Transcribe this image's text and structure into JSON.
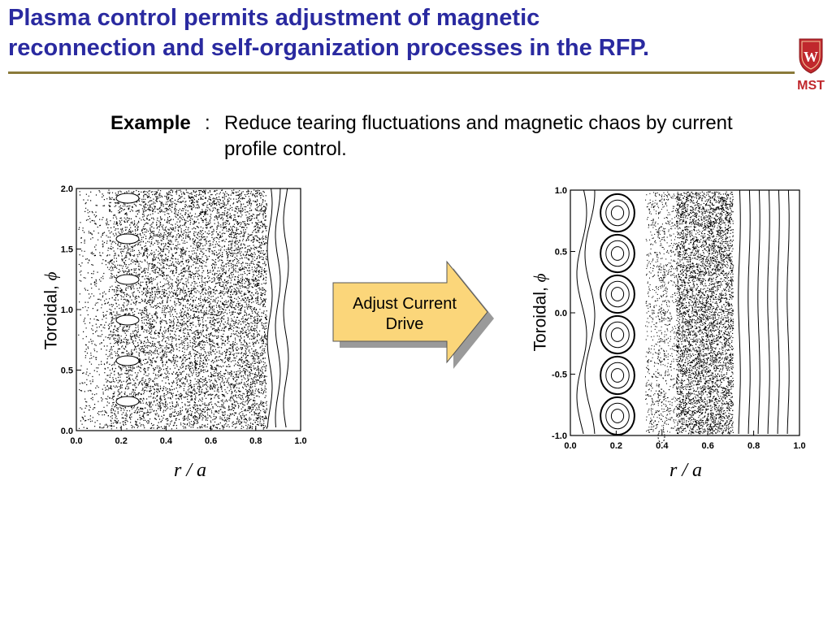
{
  "slide": {
    "title_line1": "Plasma control permits adjustment of magnetic",
    "title_line2": "reconnection and self-organization processes in the RFP.",
    "logo_text": "MST",
    "logo_shield_letter": "W",
    "colors": {
      "title": "#2a2aa0",
      "rule": "#8a7a3a",
      "logo": "#c0282d",
      "arrow_fill": "#fbd67a",
      "arrow_shadow": "#9a9a9a"
    }
  },
  "example": {
    "label": "Example",
    "colon": ":",
    "text": "Reduce tearing fluctuations and magnetic chaos by current profile control."
  },
  "arrow": {
    "line1": "Adjust Current",
    "line2": "Drive"
  },
  "left_plot": {
    "ylabel_text": "Toroidal, ",
    "ylabel_symbol": "ϕ",
    "xlabel": "r / a",
    "x_ticks": [
      "0.0",
      "0.2",
      "0.4",
      "0.6",
      "0.8",
      "1.0"
    ],
    "y_ticks": [
      "0.0",
      "0.5",
      "1.0",
      "1.5",
      "2.0"
    ]
  },
  "right_plot": {
    "ylabel_text": "Toroidal, ",
    "ylabel_symbol": "ϕ",
    "xlabel": "r / a",
    "x_ticks": [
      "0.0",
      "0.2",
      "0.4",
      "0.6",
      "0.8",
      "1.0"
    ],
    "y_ticks": [
      "-1.0",
      "-0.5",
      "0.0",
      "0.5",
      "1.0"
    ]
  }
}
